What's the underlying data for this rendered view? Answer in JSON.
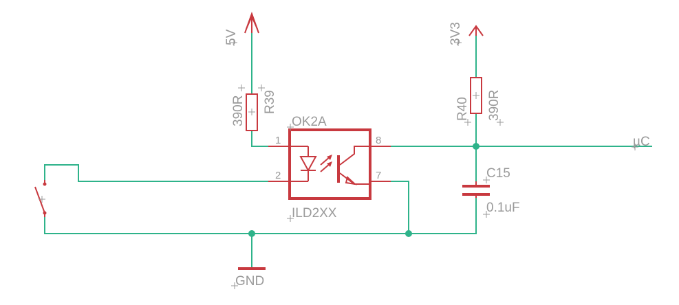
{
  "power": {
    "v5": "5V",
    "v3v3": "3V3",
    "gnd": "GND"
  },
  "resistors": {
    "r39": {
      "ref": "R39",
      "value": "390R"
    },
    "r40": {
      "ref": "R40",
      "value": "390R"
    }
  },
  "optocoupler": {
    "ref": "OK2A",
    "value": "ILD2XX",
    "pins": [
      "1",
      "2",
      "8",
      "7"
    ]
  },
  "capacitor": {
    "ref": "C15",
    "value": "0.1uF"
  },
  "net": {
    "uc": "µC"
  },
  "colors": {
    "wire": "#2eb38a",
    "part": "#c8393f",
    "label": "#9a9a9a"
  }
}
